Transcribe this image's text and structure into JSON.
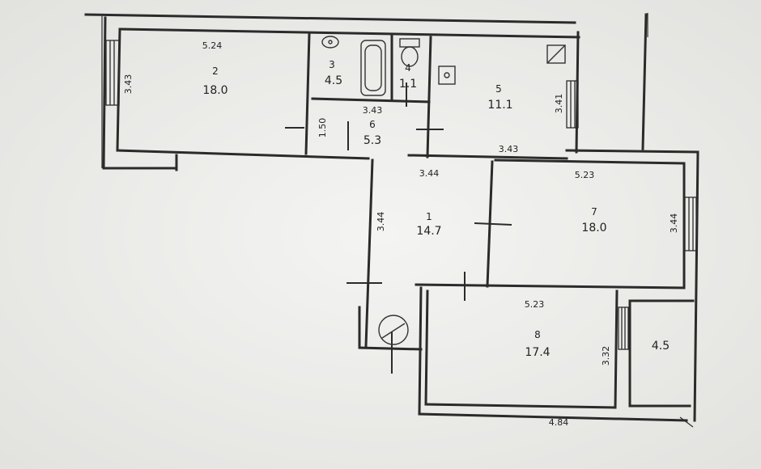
{
  "rooms": [
    {
      "id": "room-1",
      "number": "1",
      "area": "14.7"
    },
    {
      "id": "room-2",
      "number": "2",
      "area": "18.0"
    },
    {
      "id": "room-3",
      "number": "3",
      "area": "4.5"
    },
    {
      "id": "room-4",
      "number": "4",
      "area": "1.1"
    },
    {
      "id": "room-5",
      "number": "5",
      "area": "11.1"
    },
    {
      "id": "room-6",
      "number": "6",
      "area": "5.3"
    },
    {
      "id": "room-7",
      "number": "7",
      "area": "18.0"
    },
    {
      "id": "room-8",
      "number": "8",
      "area": "17.4"
    },
    {
      "id": "balcony",
      "number": "",
      "area": "4.5"
    }
  ],
  "dimensions": {
    "room2_width": "5.24",
    "room2_depth": "3.43",
    "room6_width": "3.43",
    "room6_depth": "1.50",
    "room5_width": "3.43",
    "room5_depth": "3.41",
    "room1_width": "3.44",
    "room1_depth": "3.44",
    "room7_width": "5.23",
    "room7_depth": "3.44",
    "room8_width": "5.23",
    "room8_depth": "3.32",
    "bottom_width": "4.84"
  },
  "colors": {
    "paper": "#eeeeec",
    "wall": "#2b2b2b",
    "fixture": "#333333"
  }
}
